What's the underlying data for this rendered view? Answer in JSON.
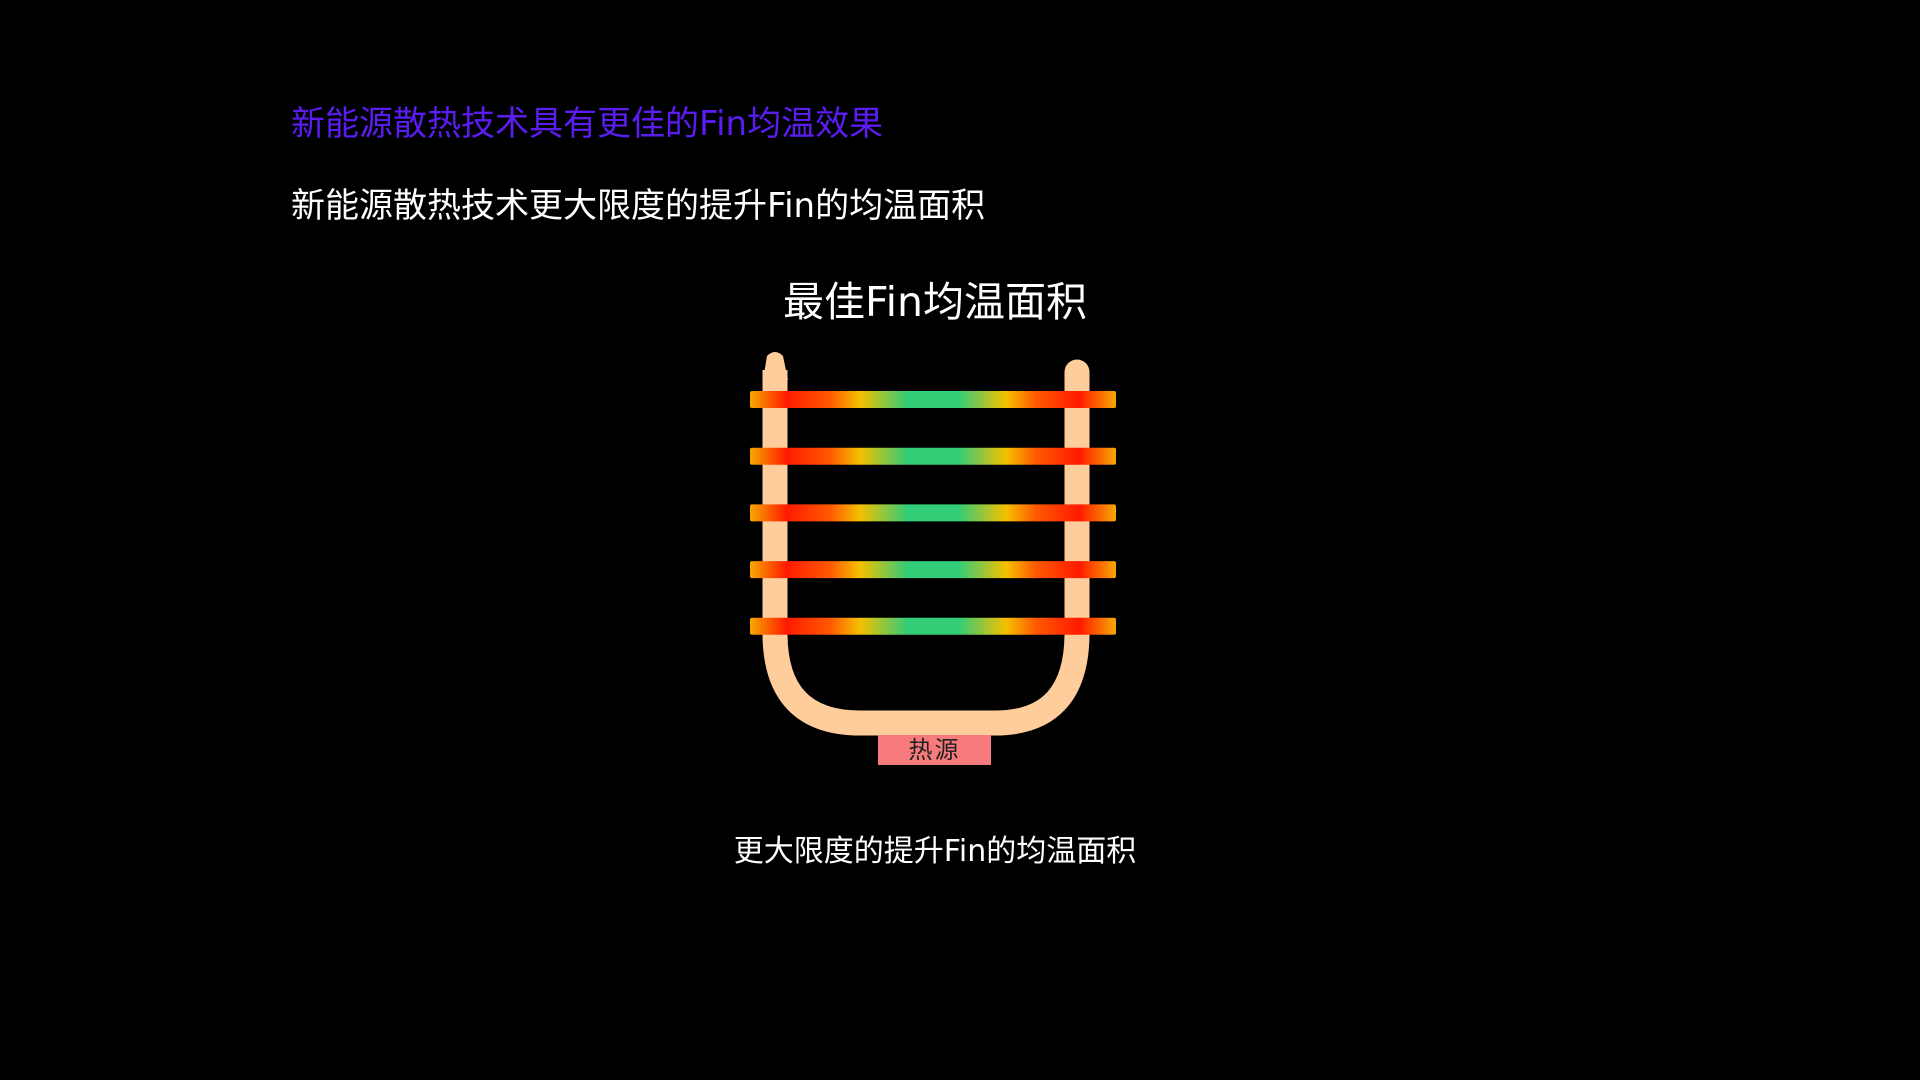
{
  "heading": "新能源散热技术具有更佳的Fin均温效果",
  "subheading": "新能源散热技术更大限度的提升Fin的均温面积",
  "diagram": {
    "title": "最佳Fin均温面积",
    "heat_source_label": "热源",
    "fin_count": 5,
    "colors": {
      "pipe": "#ffcc9c",
      "hot": "#ff1a00",
      "warm": "#f5c000",
      "cool": "#33cc77",
      "heat_source": "#f77b7c"
    }
  },
  "caption": "更大限度的提升Fin的均温面积"
}
